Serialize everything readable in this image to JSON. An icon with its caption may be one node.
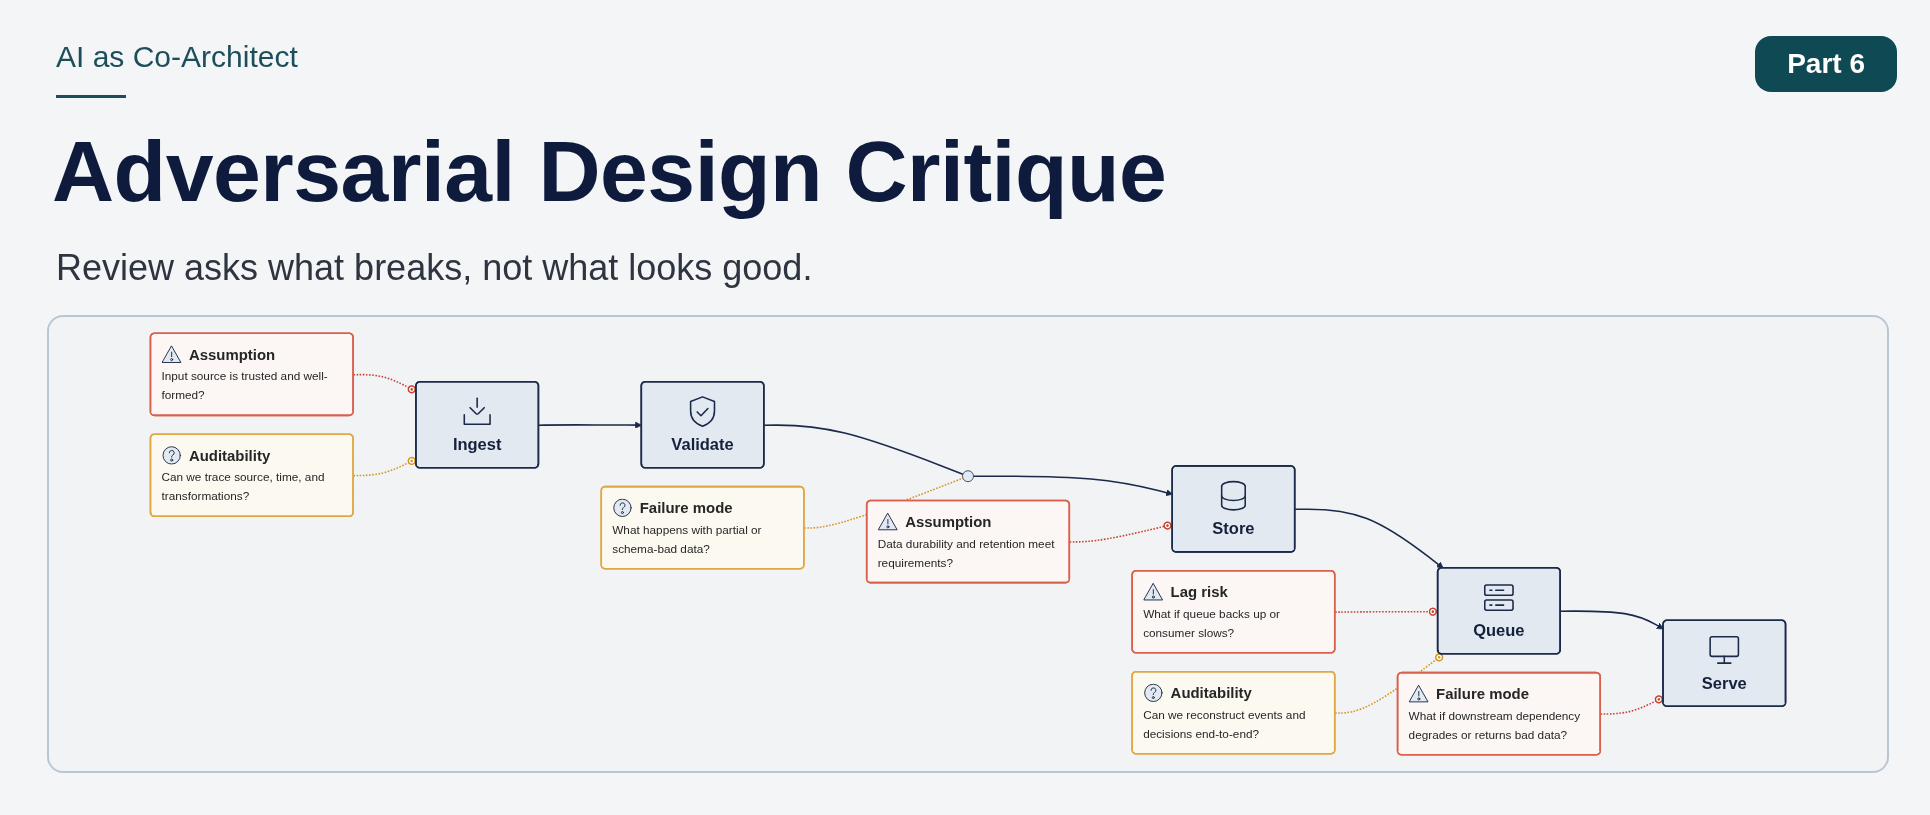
{
  "diagram": {
    "title": "Adversarial Design Critique",
    "nodes": [
      {
        "text": [
          "Assumption",
          "Input source is trusted and well-formed?"
        ]
      },
      {
        "text": [
          "Failure mode",
          "What happens with partial or schema-bad data?"
        ]
      },
      {
        "text": [
          "Lag risk",
          "What if queue backs up or consumer slows?"
        ]
      },
      {
        "text": [
          "Ingest"
        ]
      },
      {
        "text": [
          "Validate"
        ]
      },
      {
        "text": [],
        "shape": "circle"
      },
      {
        "text": [
          "Store"
        ]
      },
      {
        "text": [
          "Queue"
        ]
      },
      {
        "text": [
          "Serve"
        ]
      },
      {
        "text": [
          "Failure mode",
          "What if downstream dependency degrades or returns bad data?"
        ]
      },
      {
        "text": [
          "Auditability",
          "Can we trace source, time, and transformations?"
        ]
      },
      {
        "text": [
          "Assumption",
          "Data durability and retention meet requirements?"
        ]
      },
      {
        "text": [
          "Auditability",
          "Can we reconstruct events and decisions end-to-end?"
        ]
      }
    ],
    "edges": [
      {
        "from": 3,
        "to": 4,
        "arrow": "to"
      },
      {
        "from": 4,
        "to": 5,
        "arrow": "none"
      },
      {
        "from": 5,
        "to": 6,
        "arrow": "to"
      },
      {
        "from": 6,
        "to": 7,
        "arrow": "to"
      },
      {
        "from": 7,
        "to": 8,
        "arrow": "to"
      },
      {
        "from": 0,
        "to": 3,
        "arrow": "other",
        "style": "dashed",
        "color": "#c8412f"
      },
      {
        "from": 1,
        "to": 5,
        "arrow": "none",
        "style": "dashed",
        "color": "#d4941f"
      },
      {
        "from": 2,
        "to": 7,
        "arrow": "other",
        "style": "dashed",
        "color": "#c8412f"
      },
      {
        "from": 9,
        "to": 8,
        "arrow": "other",
        "style": "dashed",
        "color": "#c8412f"
      },
      {
        "from": 10,
        "to": 3,
        "arrow": "other",
        "style": "dashed",
        "color": "#d4941f"
      },
      {
        "from": 11,
        "to": 6,
        "arrow": "other",
        "style": "dashed",
        "color": "#c8412f"
      },
      {
        "from": 12,
        "to": 7,
        "arrow": "other",
        "style": "dashed",
        "color": "#d4941f"
      }
    ],
    "labels": [
      "AI as Co-Architect",
      "Part 6",
      "Review asks what breaks, not what looks good."
    ]
  }
}
